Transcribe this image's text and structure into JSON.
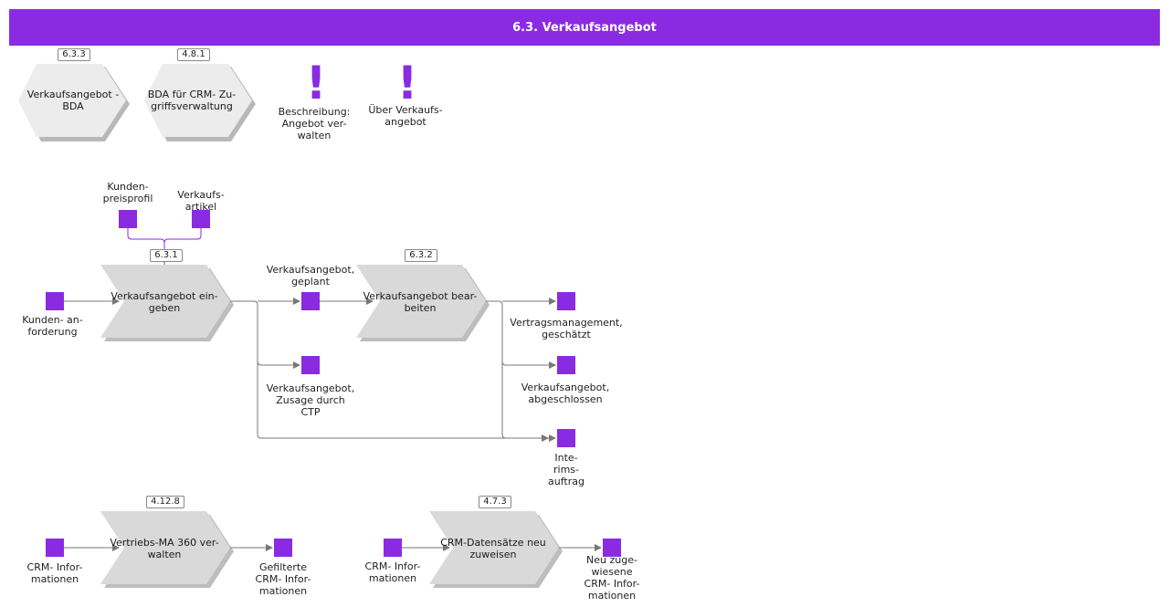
{
  "header": {
    "title": "6.3. Verkaufsangebot"
  },
  "colors": {
    "accent": "#8a2be2",
    "process_fill": "#d9d9d9",
    "shadow": "#b0b0b0",
    "connector": "#777777"
  },
  "top_items": [
    {
      "id": "6.3.3",
      "label": "Verkaufsangebot -\nBDA"
    },
    {
      "id": "4.8.1",
      "label": "BDA für CRM- Zu-\ngriffsverwaltung"
    }
  ],
  "notes": [
    {
      "icon": "exclamation-icon",
      "label": "Beschreibung:\nAngebot ver-\nwalten"
    },
    {
      "icon": "exclamation-icon",
      "label": "Über  Verkaufs-\nangebot"
    }
  ],
  "flow1": {
    "inputs_top": [
      {
        "label": "Kunden-\npreisprofil"
      },
      {
        "label": "Verkaufs-\nartikel"
      }
    ],
    "input_left": {
      "label": "Kunden- an-\nforderung"
    },
    "process1": {
      "id": "6.3.1",
      "label": "Verkaufsangebot ein-\ngeben"
    },
    "mid_outputs": [
      {
        "label": "Verkaufsangebot,\ngeplant"
      },
      {
        "label": "Verkaufsangebot,\nZusage    durch\nCTP"
      }
    ],
    "process2": {
      "id": "6.3.2",
      "label": "Verkaufsangebot bear-\nbeiten"
    },
    "outputs": [
      {
        "label": "Vertragsmanagement,\ngeschätzt"
      },
      {
        "label": "Verkaufsangebot,\nabgeschlossen"
      },
      {
        "label": "Inte-\nrims-\nauftrag"
      }
    ]
  },
  "flow2": {
    "input": {
      "label": "CRM- Infor-\nmationen"
    },
    "process": {
      "id": "4.12.8",
      "label": "Vertriebs-MA 360 ver-\nwalten"
    },
    "output": {
      "label": "Gefilterte\nCRM- Infor-\nmationen"
    }
  },
  "flow3": {
    "input": {
      "label": "CRM- Infor-\nmationen"
    },
    "process": {
      "id": "4.7.3",
      "label": "CRM-Datensätze neu\nzuweisen"
    },
    "output": {
      "label": "Neu  zuge-\nwiesene\nCRM- Infor-\nmationen"
    }
  }
}
